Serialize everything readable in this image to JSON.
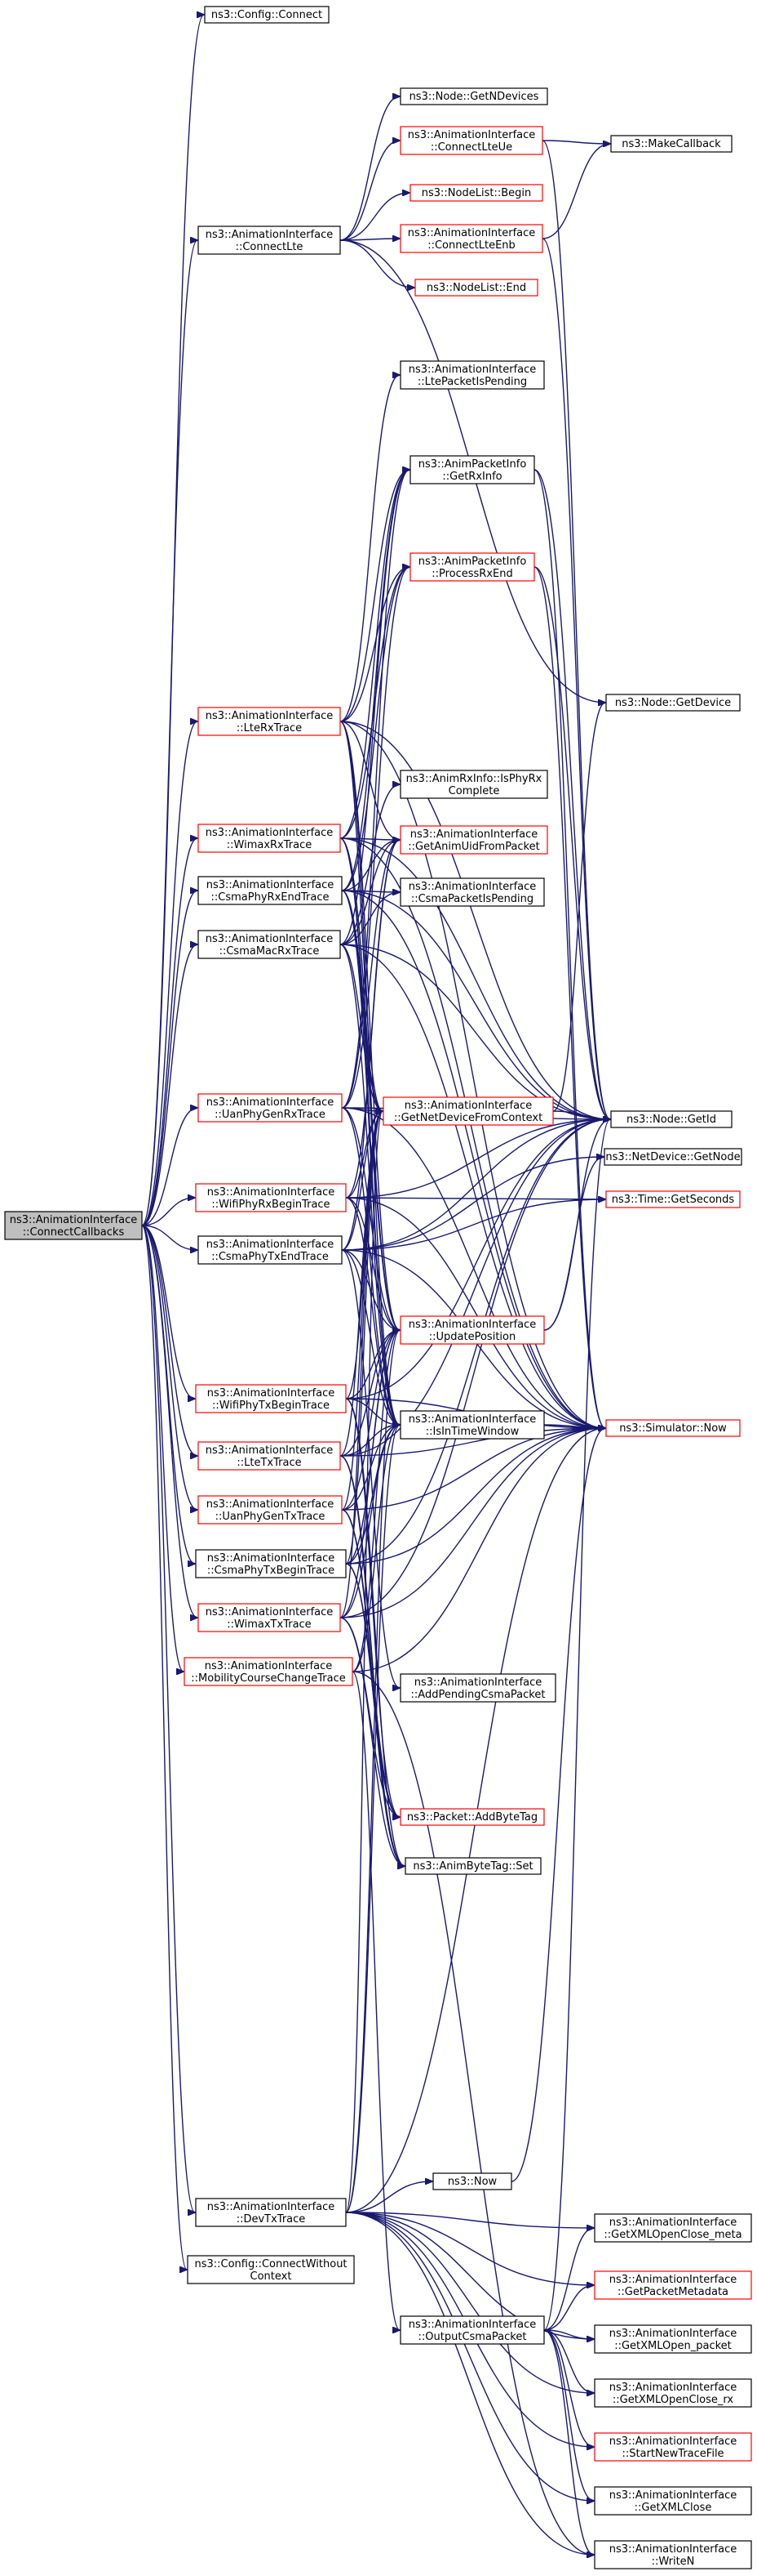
{
  "colors": {
    "edge": "#191970",
    "documented_border": "#000000",
    "undocumented_border": "#ff0000",
    "root_fill": "#bfbfbf",
    "node_fill": "#ffffff"
  },
  "nodes": [
    {
      "id": "root",
      "lines": [
        "ns3::AnimationInterface",
        "::ConnectCallbacks"
      ],
      "border": "black",
      "root": true
    },
    {
      "id": "cfg_connect",
      "lines": [
        "ns3::Config::Connect"
      ],
      "border": "black"
    },
    {
      "id": "node_getndevices",
      "lines": [
        "ns3::Node::GetNDevices"
      ],
      "border": "black"
    },
    {
      "id": "connect_lte_ue",
      "lines": [
        "ns3::AnimationInterface",
        "::ConnectLteUe"
      ],
      "border": "red"
    },
    {
      "id": "make_callback",
      "lines": [
        "ns3::MakeCallback"
      ],
      "border": "black"
    },
    {
      "id": "connect_lte",
      "lines": [
        "ns3::AnimationInterface",
        "::ConnectLte"
      ],
      "border": "black"
    },
    {
      "id": "nodelist_begin",
      "lines": [
        "ns3::NodeList::Begin"
      ],
      "border": "red"
    },
    {
      "id": "connect_lte_enb",
      "lines": [
        "ns3::AnimationInterface",
        "::ConnectLteEnb"
      ],
      "border": "red"
    },
    {
      "id": "nodelist_end",
      "lines": [
        "ns3::NodeList::End"
      ],
      "border": "red"
    },
    {
      "id": "lte_pkt_pending",
      "lines": [
        "ns3::AnimationInterface",
        "::LtePacketIsPending"
      ],
      "border": "black"
    },
    {
      "id": "get_rx_info",
      "lines": [
        "ns3::AnimPacketInfo",
        "::GetRxInfo"
      ],
      "border": "black"
    },
    {
      "id": "process_rx_end",
      "lines": [
        "ns3::AnimPacketInfo",
        "::ProcessRxEnd"
      ],
      "border": "red"
    },
    {
      "id": "node_getdevice",
      "lines": [
        "ns3::Node::GetDevice"
      ],
      "border": "black"
    },
    {
      "id": "lte_rx_trace",
      "lines": [
        "ns3::AnimationInterface",
        "::LteRxTrace"
      ],
      "border": "red"
    },
    {
      "id": "is_phy_rx_complete",
      "lines": [
        "ns3::AnimRxInfo::IsPhyRx",
        "Complete"
      ],
      "border": "black"
    },
    {
      "id": "wimax_rx_trace",
      "lines": [
        "ns3::AnimationInterface",
        "::WimaxRxTrace"
      ],
      "border": "red"
    },
    {
      "id": "get_anim_uid",
      "lines": [
        "ns3::AnimationInterface",
        "::GetAnimUidFromPacket"
      ],
      "border": "red"
    },
    {
      "id": "csma_phy_rx_end",
      "lines": [
        "ns3::AnimationInterface",
        "::CsmaPhyRxEndTrace"
      ],
      "border": "black"
    },
    {
      "id": "csma_pkt_pending",
      "lines": [
        "ns3::AnimationInterface",
        "::CsmaPacketIsPending"
      ],
      "border": "black"
    },
    {
      "id": "csma_mac_rx",
      "lines": [
        "ns3::AnimationInterface",
        "::CsmaMacRxTrace"
      ],
      "border": "black"
    },
    {
      "id": "uan_phy_gen_rx",
      "lines": [
        "ns3::AnimationInterface",
        "::UanPhyGenRxTrace"
      ],
      "border": "red"
    },
    {
      "id": "get_netdevice_ctx",
      "lines": [
        "ns3::AnimationInterface",
        "::GetNetDeviceFromContext"
      ],
      "border": "red"
    },
    {
      "id": "node_getid",
      "lines": [
        "ns3::Node::GetId"
      ],
      "border": "black"
    },
    {
      "id": "netdevice_getnode",
      "lines": [
        "ns3::NetDevice::GetNode"
      ],
      "border": "black"
    },
    {
      "id": "wifi_phy_rx_begin",
      "lines": [
        "ns3::AnimationInterface",
        "::WifiPhyRxBeginTrace"
      ],
      "border": "red"
    },
    {
      "id": "time_getseconds",
      "lines": [
        "ns3::Time::GetSeconds"
      ],
      "border": "red"
    },
    {
      "id": "csma_phy_tx_end",
      "lines": [
        "ns3::AnimationInterface",
        "::CsmaPhyTxEndTrace"
      ],
      "border": "black"
    },
    {
      "id": "update_position",
      "lines": [
        "ns3::AnimationInterface",
        "::UpdatePosition"
      ],
      "border": "red"
    },
    {
      "id": "wifi_phy_tx_begin",
      "lines": [
        "ns3::AnimationInterface",
        "::WifiPhyTxBeginTrace"
      ],
      "border": "red"
    },
    {
      "id": "is_in_time_window",
      "lines": [
        "ns3::AnimationInterface",
        "::IsInTimeWindow"
      ],
      "border": "black"
    },
    {
      "id": "simulator_now",
      "lines": [
        "ns3::Simulator::Now"
      ],
      "border": "red"
    },
    {
      "id": "lte_tx_trace",
      "lines": [
        "ns3::AnimationInterface",
        "::LteTxTrace"
      ],
      "border": "red"
    },
    {
      "id": "uan_phy_gen_tx",
      "lines": [
        "ns3::AnimationInterface",
        "::UanPhyGenTxTrace"
      ],
      "border": "red"
    },
    {
      "id": "csma_phy_tx_begin",
      "lines": [
        "ns3::AnimationInterface",
        "::CsmaPhyTxBeginTrace"
      ],
      "border": "black"
    },
    {
      "id": "wimax_tx_trace",
      "lines": [
        "ns3::AnimationInterface",
        "::WimaxTxTrace"
      ],
      "border": "red"
    },
    {
      "id": "mobility_course",
      "lines": [
        "ns3::AnimationInterface",
        "::MobilityCourseChangeTrace"
      ],
      "border": "red"
    },
    {
      "id": "add_pending_csma",
      "lines": [
        "ns3::AnimationInterface",
        "::AddPendingCsmaPacket"
      ],
      "border": "black"
    },
    {
      "id": "packet_addbytetag",
      "lines": [
        "ns3::Packet::AddByteTag"
      ],
      "border": "red"
    },
    {
      "id": "animbytetag_set",
      "lines": [
        "ns3::AnimByteTag::Set"
      ],
      "border": "black"
    },
    {
      "id": "ns3_now",
      "lines": [
        "ns3::Now"
      ],
      "border": "black"
    },
    {
      "id": "dev_tx_trace",
      "lines": [
        "ns3::AnimationInterface",
        "::DevTxTrace"
      ],
      "border": "black"
    },
    {
      "id": "get_xml_oc_meta",
      "lines": [
        "ns3::AnimationInterface",
        "::GetXMLOpenClose_meta"
      ],
      "border": "black"
    },
    {
      "id": "cfg_connect_wo_ctx",
      "lines": [
        "ns3::Config::ConnectWithout",
        "Context"
      ],
      "border": "black"
    },
    {
      "id": "get_packet_metadata",
      "lines": [
        "ns3::AnimationInterface",
        "::GetPacketMetadata"
      ],
      "border": "red"
    },
    {
      "id": "output_csma_packet",
      "lines": [
        "ns3::AnimationInterface",
        "::OutputCsmaPacket"
      ],
      "border": "black"
    },
    {
      "id": "get_xml_open_packet",
      "lines": [
        "ns3::AnimationInterface",
        "::GetXMLOpen_packet"
      ],
      "border": "black"
    },
    {
      "id": "get_xml_oc_rx",
      "lines": [
        "ns3::AnimationInterface",
        "::GetXMLOpenClose_rx"
      ],
      "border": "black"
    },
    {
      "id": "start_new_trace",
      "lines": [
        "ns3::AnimationInterface",
        "::StartNewTraceFile"
      ],
      "border": "red"
    },
    {
      "id": "get_xml_close",
      "lines": [
        "ns3::AnimationInterface",
        "::GetXMLClose"
      ],
      "border": "black"
    },
    {
      "id": "write_n",
      "lines": [
        "ns3::AnimationInterface",
        "::WriteN"
      ],
      "border": "black"
    }
  ],
  "edges": [
    [
      "root",
      "cfg_connect"
    ],
    [
      "root",
      "connect_lte"
    ],
    [
      "root",
      "lte_rx_trace"
    ],
    [
      "root",
      "wimax_rx_trace"
    ],
    [
      "root",
      "csma_phy_rx_end"
    ],
    [
      "root",
      "csma_mac_rx"
    ],
    [
      "root",
      "uan_phy_gen_rx"
    ],
    [
      "root",
      "wifi_phy_rx_begin"
    ],
    [
      "root",
      "csma_phy_tx_end"
    ],
    [
      "root",
      "wifi_phy_tx_begin"
    ],
    [
      "root",
      "lte_tx_trace"
    ],
    [
      "root",
      "uan_phy_gen_tx"
    ],
    [
      "root",
      "csma_phy_tx_begin"
    ],
    [
      "root",
      "wimax_tx_trace"
    ],
    [
      "root",
      "mobility_course"
    ],
    [
      "root",
      "dev_tx_trace"
    ],
    [
      "root",
      "cfg_connect_wo_ctx"
    ],
    [
      "connect_lte",
      "node_getndevices"
    ],
    [
      "connect_lte",
      "connect_lte_ue"
    ],
    [
      "connect_lte",
      "nodelist_begin"
    ],
    [
      "connect_lte",
      "connect_lte_enb"
    ],
    [
      "connect_lte",
      "nodelist_end"
    ],
    [
      "connect_lte",
      "node_getdevice"
    ],
    [
      "connect_lte_ue",
      "make_callback"
    ],
    [
      "connect_lte_ue",
      "node_getid"
    ],
    [
      "connect_lte_enb",
      "make_callback"
    ],
    [
      "connect_lte_enb",
      "node_getid"
    ],
    [
      "lte_rx_trace",
      "lte_pkt_pending"
    ],
    [
      "lte_rx_trace",
      "get_rx_info"
    ],
    [
      "lte_rx_trace",
      "process_rx_end"
    ],
    [
      "lte_rx_trace",
      "get_anim_uid"
    ],
    [
      "lte_rx_trace",
      "get_netdevice_ctx"
    ],
    [
      "lte_rx_trace",
      "update_position"
    ],
    [
      "lte_rx_trace",
      "is_in_time_window"
    ],
    [
      "lte_rx_trace",
      "node_getid"
    ],
    [
      "lte_rx_trace",
      "simulator_now"
    ],
    [
      "wimax_rx_trace",
      "get_rx_info"
    ],
    [
      "wimax_rx_trace",
      "process_rx_end"
    ],
    [
      "wimax_rx_trace",
      "get_anim_uid"
    ],
    [
      "wimax_rx_trace",
      "get_netdevice_ctx"
    ],
    [
      "wimax_rx_trace",
      "update_position"
    ],
    [
      "wimax_rx_trace",
      "is_in_time_window"
    ],
    [
      "wimax_rx_trace",
      "node_getid"
    ],
    [
      "wimax_rx_trace",
      "simulator_now"
    ],
    [
      "csma_phy_rx_end",
      "get_rx_info"
    ],
    [
      "csma_phy_rx_end",
      "process_rx_end"
    ],
    [
      "csma_phy_rx_end",
      "get_anim_uid"
    ],
    [
      "csma_phy_rx_end",
      "csma_pkt_pending"
    ],
    [
      "csma_phy_rx_end",
      "get_netdevice_ctx"
    ],
    [
      "csma_phy_rx_end",
      "update_position"
    ],
    [
      "csma_phy_rx_end",
      "is_in_time_window"
    ],
    [
      "csma_phy_rx_end",
      "node_getid"
    ],
    [
      "csma_phy_rx_end",
      "simulator_now"
    ],
    [
      "csma_mac_rx",
      "get_rx_info"
    ],
    [
      "csma_mac_rx",
      "is_phy_rx_complete"
    ],
    [
      "csma_mac_rx",
      "get_anim_uid"
    ],
    [
      "csma_mac_rx",
      "csma_pkt_pending"
    ],
    [
      "csma_mac_rx",
      "get_netdevice_ctx"
    ],
    [
      "csma_mac_rx",
      "is_in_time_window"
    ],
    [
      "csma_mac_rx",
      "node_getid"
    ],
    [
      "csma_mac_rx",
      "simulator_now"
    ],
    [
      "uan_phy_gen_rx",
      "get_rx_info"
    ],
    [
      "uan_phy_gen_rx",
      "process_rx_end"
    ],
    [
      "uan_phy_gen_rx",
      "get_anim_uid"
    ],
    [
      "uan_phy_gen_rx",
      "get_netdevice_ctx"
    ],
    [
      "uan_phy_gen_rx",
      "update_position"
    ],
    [
      "uan_phy_gen_rx",
      "is_in_time_window"
    ],
    [
      "uan_phy_gen_rx",
      "node_getid"
    ],
    [
      "uan_phy_gen_rx",
      "simulator_now"
    ],
    [
      "wifi_phy_rx_begin",
      "get_anim_uid"
    ],
    [
      "wifi_phy_rx_begin",
      "get_netdevice_ctx"
    ],
    [
      "wifi_phy_rx_begin",
      "update_position"
    ],
    [
      "wifi_phy_rx_begin",
      "is_in_time_window"
    ],
    [
      "wifi_phy_rx_begin",
      "time_getseconds"
    ],
    [
      "wifi_phy_rx_begin",
      "simulator_now"
    ],
    [
      "wifi_phy_rx_begin",
      "node_getid"
    ],
    [
      "csma_phy_tx_end",
      "get_anim_uid"
    ],
    [
      "csma_phy_tx_end",
      "get_netdevice_ctx"
    ],
    [
      "csma_phy_tx_end",
      "update_position"
    ],
    [
      "csma_phy_tx_end",
      "is_in_time_window"
    ],
    [
      "csma_phy_tx_end",
      "add_pending_csma"
    ],
    [
      "csma_phy_tx_end",
      "node_getid"
    ],
    [
      "csma_phy_tx_end",
      "netdevice_getnode"
    ],
    [
      "csma_phy_tx_end",
      "simulator_now"
    ],
    [
      "csma_phy_tx_end",
      "time_getseconds"
    ],
    [
      "wifi_phy_tx_begin",
      "get_netdevice_ctx"
    ],
    [
      "wifi_phy_tx_begin",
      "update_position"
    ],
    [
      "wifi_phy_tx_begin",
      "is_in_time_window"
    ],
    [
      "wifi_phy_tx_begin",
      "packet_addbytetag"
    ],
    [
      "wifi_phy_tx_begin",
      "animbytetag_set"
    ],
    [
      "wifi_phy_tx_begin",
      "simulator_now"
    ],
    [
      "wifi_phy_tx_begin",
      "node_getid"
    ],
    [
      "lte_tx_trace",
      "get_netdevice_ctx"
    ],
    [
      "lte_tx_trace",
      "update_position"
    ],
    [
      "lte_tx_trace",
      "is_in_time_window"
    ],
    [
      "lte_tx_trace",
      "packet_addbytetag"
    ],
    [
      "lte_tx_trace",
      "animbytetag_set"
    ],
    [
      "lte_tx_trace",
      "simulator_now"
    ],
    [
      "lte_tx_trace",
      "node_getid"
    ],
    [
      "uan_phy_gen_tx",
      "get_netdevice_ctx"
    ],
    [
      "uan_phy_gen_tx",
      "update_position"
    ],
    [
      "uan_phy_gen_tx",
      "is_in_time_window"
    ],
    [
      "uan_phy_gen_tx",
      "packet_addbytetag"
    ],
    [
      "uan_phy_gen_tx",
      "animbytetag_set"
    ],
    [
      "uan_phy_gen_tx",
      "simulator_now"
    ],
    [
      "csma_phy_tx_begin",
      "get_netdevice_ctx"
    ],
    [
      "csma_phy_tx_begin",
      "update_position"
    ],
    [
      "csma_phy_tx_begin",
      "is_in_time_window"
    ],
    [
      "csma_phy_tx_begin",
      "packet_addbytetag"
    ],
    [
      "csma_phy_tx_begin",
      "animbytetag_set"
    ],
    [
      "csma_phy_tx_begin",
      "simulator_now"
    ],
    [
      "csma_phy_tx_begin",
      "node_getid"
    ],
    [
      "wimax_tx_trace",
      "get_netdevice_ctx"
    ],
    [
      "wimax_tx_trace",
      "update_position"
    ],
    [
      "wimax_tx_trace",
      "is_in_time_window"
    ],
    [
      "wimax_tx_trace",
      "packet_addbytetag"
    ],
    [
      "wimax_tx_trace",
      "animbytetag_set"
    ],
    [
      "wimax_tx_trace",
      "simulator_now"
    ],
    [
      "wimax_tx_trace",
      "node_getid"
    ],
    [
      "mobility_course",
      "update_position"
    ],
    [
      "mobility_course",
      "is_in_time_window"
    ],
    [
      "mobility_course",
      "simulator_now"
    ],
    [
      "mobility_course",
      "output_csma_packet"
    ],
    [
      "mobility_course",
      "write_n"
    ],
    [
      "dev_tx_trace",
      "get_netdevice_ctx"
    ],
    [
      "dev_tx_trace",
      "update_position"
    ],
    [
      "dev_tx_trace",
      "is_in_time_window"
    ],
    [
      "dev_tx_trace",
      "ns3_now"
    ],
    [
      "dev_tx_trace",
      "get_xml_oc_meta"
    ],
    [
      "dev_tx_trace",
      "get_packet_metadata"
    ],
    [
      "dev_tx_trace",
      "get_xml_open_packet"
    ],
    [
      "dev_tx_trace",
      "get_xml_oc_rx"
    ],
    [
      "dev_tx_trace",
      "start_new_trace"
    ],
    [
      "dev_tx_trace",
      "get_xml_close"
    ],
    [
      "dev_tx_trace",
      "write_n"
    ],
    [
      "dev_tx_trace",
      "simulator_now"
    ],
    [
      "get_netdevice_ctx",
      "node_getdevice"
    ],
    [
      "get_netdevice_ctx",
      "node_getid"
    ],
    [
      "get_rx_info",
      "node_getid"
    ],
    [
      "get_rx_info",
      "simulator_now"
    ],
    [
      "process_rx_end",
      "simulator_now"
    ],
    [
      "process_rx_end",
      "node_getid"
    ],
    [
      "update_position",
      "node_getid"
    ],
    [
      "update_position",
      "netdevice_getnode"
    ],
    [
      "is_in_time_window",
      "simulator_now"
    ],
    [
      "ns3_now",
      "simulator_now"
    ],
    [
      "output_csma_packet",
      "get_xml_oc_meta"
    ],
    [
      "output_csma_packet",
      "get_packet_metadata"
    ],
    [
      "output_csma_packet",
      "get_xml_open_packet"
    ],
    [
      "output_csma_packet",
      "get_xml_oc_rx"
    ],
    [
      "output_csma_packet",
      "start_new_trace"
    ],
    [
      "output_csma_packet",
      "get_xml_close"
    ],
    [
      "output_csma_packet",
      "write_n"
    ],
    [
      "output_csma_packet",
      "node_getid"
    ]
  ]
}
